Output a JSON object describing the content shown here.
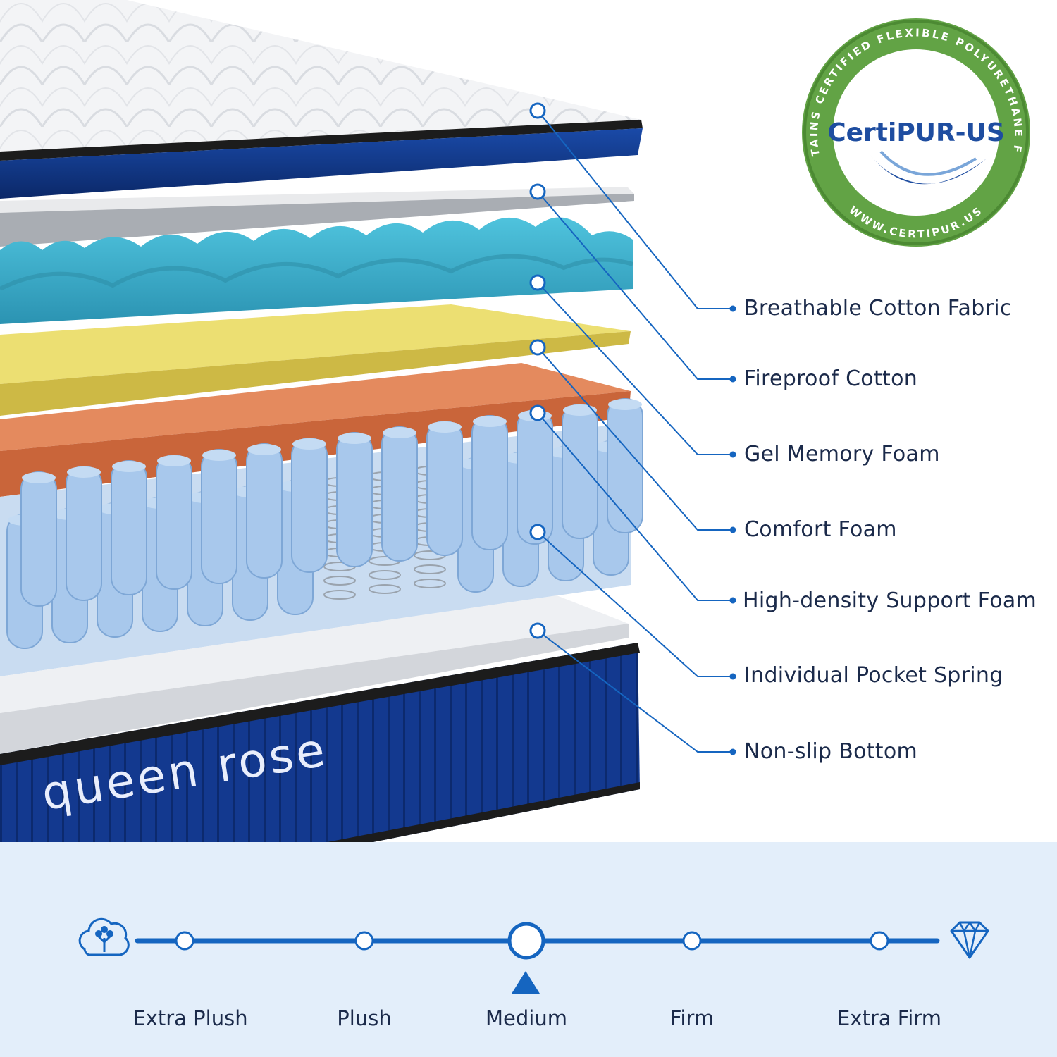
{
  "layers": [
    {
      "label": "Breathable Cotton Fabric"
    },
    {
      "label": "Fireproof Cotton"
    },
    {
      "label": "Gel Memory Foam"
    },
    {
      "label": "Comfort Foam"
    },
    {
      "label": "High-density Support Foam"
    },
    {
      "label": "Individual Pocket Spring"
    },
    {
      "label": "Non-slip Bottom"
    }
  ],
  "brand": "queen rose",
  "certification": {
    "name": "CertiPUR-US",
    "ring_top_text": "CONTAINS CERTIFIED FLEXIBLE POLYURETHANE FOAM",
    "ring_bottom_text": "WWW.CERTIPUR.US"
  },
  "firmness": {
    "levels": [
      "Extra Plush",
      "Plush",
      "Medium",
      "Firm",
      "Extra Firm"
    ],
    "selected": "Medium",
    "left_icon": "cotton-icon",
    "right_icon": "diamond-icon"
  },
  "colors": {
    "accent_blue": "#1565c0",
    "navy": "#0d2f7a",
    "gel_blue": "#36a7c2",
    "comfort_yellow": "#e3d35a",
    "support_orange": "#d9744a",
    "spring_blue": "#a8c8ec",
    "cert_green": "#5a9a3a"
  }
}
